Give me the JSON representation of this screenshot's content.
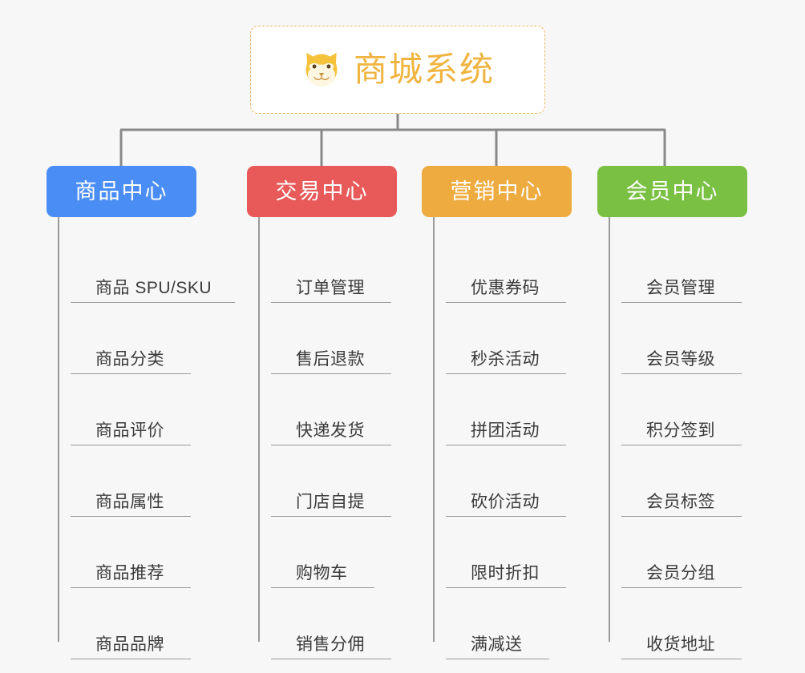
{
  "page": {
    "background_color": "#f7f7f7",
    "connector_color": "#888888"
  },
  "root": {
    "title": "商城系统",
    "icon": "shiba-dog-face-icon",
    "text_color": "#f0b440",
    "border_color": "#f0b860",
    "background_color": "#ffffff"
  },
  "columns": [
    {
      "label": "商品中心",
      "color": "#4a8ef5",
      "label_color": "#ffffff",
      "items": [
        {
          "label": "商品 SPU/SKU",
          "underline_width": 205
        },
        {
          "label": "商品分类",
          "underline_width": 150
        },
        {
          "label": "商品评价",
          "underline_width": 150
        },
        {
          "label": "商品属性",
          "underline_width": 150
        },
        {
          "label": "商品推荐",
          "underline_width": 150
        },
        {
          "label": "商品品牌",
          "underline_width": 150
        }
      ]
    },
    {
      "label": "交易中心",
      "color": "#e85a5a",
      "label_color": "#ffffff",
      "items": [
        {
          "label": "订单管理",
          "underline_width": 150
        },
        {
          "label": "售后退款",
          "underline_width": 150
        },
        {
          "label": "快递发货",
          "underline_width": 150
        },
        {
          "label": "门店自提",
          "underline_width": 150
        },
        {
          "label": "购物车",
          "underline_width": 129
        },
        {
          "label": "销售分佣",
          "underline_width": 150
        }
      ]
    },
    {
      "label": "营销中心",
      "color": "#eeab40",
      "label_color": "#ffffff",
      "items": [
        {
          "label": "优惠券码",
          "underline_width": 150
        },
        {
          "label": "秒杀活动",
          "underline_width": 150
        },
        {
          "label": "拼团活动",
          "underline_width": 150
        },
        {
          "label": "砍价活动",
          "underline_width": 150
        },
        {
          "label": "限时折扣",
          "underline_width": 150
        },
        {
          "label": "满减送",
          "underline_width": 129
        }
      ]
    },
    {
      "label": "会员中心",
      "color": "#7ac143",
      "label_color": "#ffffff",
      "items": [
        {
          "label": "会员管理",
          "underline_width": 150
        },
        {
          "label": "会员等级",
          "underline_width": 150
        },
        {
          "label": "积分签到",
          "underline_width": 150
        },
        {
          "label": "会员标签",
          "underline_width": 150
        },
        {
          "label": "会员分组",
          "underline_width": 150
        },
        {
          "label": "收货地址",
          "underline_width": 150
        }
      ]
    }
  ]
}
